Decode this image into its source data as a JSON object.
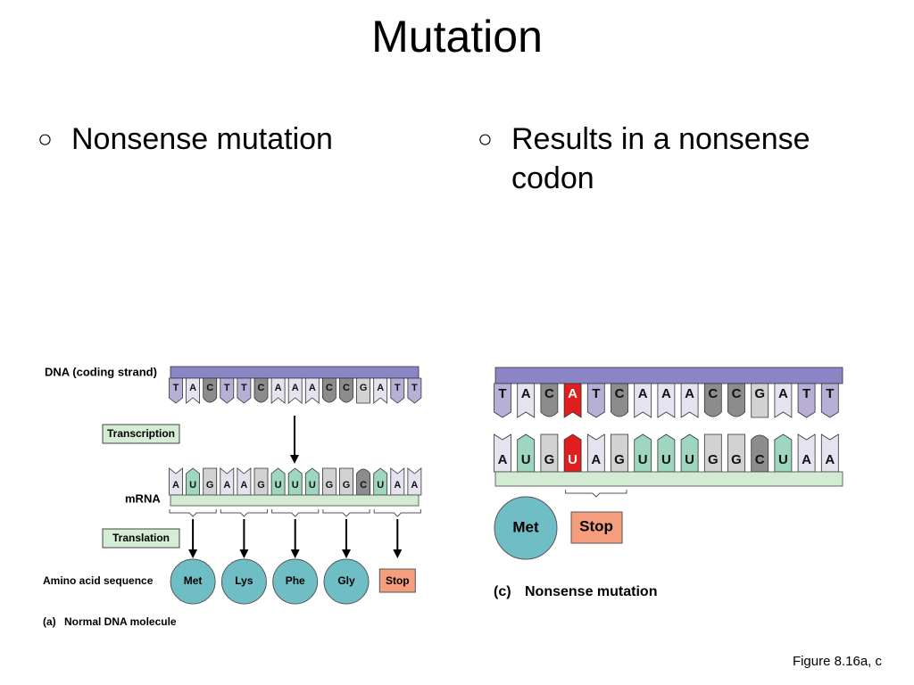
{
  "slide": {
    "title": "Mutation",
    "bullets": [
      "Nonsense mutation",
      "Results in a nonsense codon"
    ],
    "figure_caption": "Figure 8.16a, c"
  },
  "panel_a": {
    "dna_label": "DNA (coding strand)",
    "dna": [
      "T",
      "A",
      "C",
      "T",
      "T",
      "C",
      "A",
      "A",
      "A",
      "C",
      "C",
      "G",
      "A",
      "T",
      "T"
    ],
    "transcription_label": "Transcription",
    "mrna_label": "mRNA",
    "mrna": [
      "A",
      "U",
      "G",
      "A",
      "A",
      "G",
      "U",
      "U",
      "U",
      "G",
      "G",
      "C",
      "U",
      "A",
      "A"
    ],
    "translation_label": "Translation",
    "amino_label": "Amino acid sequence",
    "amino": [
      "Met",
      "Lys",
      "Phe",
      "Gly",
      "Stop"
    ],
    "caption_letter": "(a)",
    "caption_text": "Normal DNA molecule"
  },
  "panel_c": {
    "dna": [
      "T",
      "A",
      "C",
      "A",
      "T",
      "C",
      "A",
      "A",
      "A",
      "C",
      "C",
      "G",
      "A",
      "T",
      "T"
    ],
    "mrna": [
      "A",
      "U",
      "G",
      "U",
      "A",
      "G",
      "U",
      "U",
      "U",
      "G",
      "G",
      "C",
      "U",
      "A",
      "A"
    ],
    "amino": [
      "Met",
      "Stop"
    ],
    "caption_letter": "(c)",
    "caption_text": "Nonsense mutation",
    "mutated_index": 3
  },
  "colors": {
    "dna_backbone": "#8a86c6",
    "mrna_backbone": "#d2ebd2",
    "T": "#b7afd6",
    "A": "#e6e3f0",
    "C": "#8c8c8c",
    "G": "#d2d2d2",
    "U": "#9fd6bf",
    "mutation": "#e01e1e",
    "amino": "#6fbec6",
    "stop": "#f59e7e",
    "label_box": "#d4edd4"
  }
}
